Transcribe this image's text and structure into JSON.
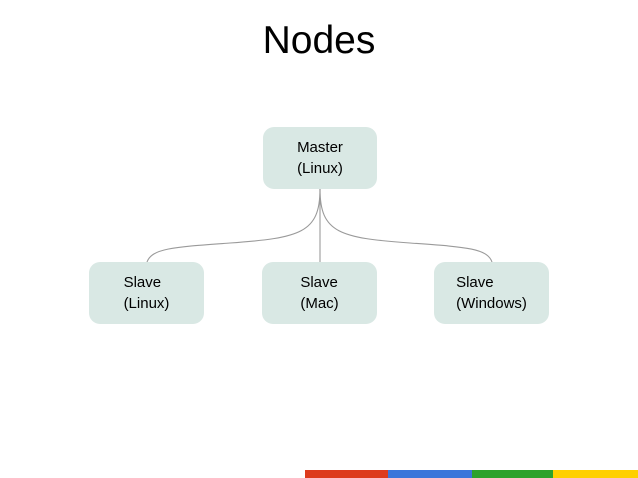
{
  "slide": {
    "title": "Nodes",
    "background_color": "#ffffff"
  },
  "diagram": {
    "type": "tree",
    "node_fill_color": "#d9e8e4",
    "node_text_color": "#000000",
    "connector_color": "#9a9a9a",
    "master": {
      "line1": "Master",
      "line2": "(Linux)"
    },
    "slaves": [
      {
        "line1": "Slave",
        "line2": "(Linux)"
      },
      {
        "line1": "Slave",
        "line2": "(Mac)"
      },
      {
        "line1": "Slave",
        "line2": "(Windows)"
      }
    ]
  },
  "brand_bar": {
    "colors": {
      "red": "#dd3b1d",
      "blue": "#3b76da",
      "green": "#2ca22c",
      "yellow": "#ffd000"
    }
  }
}
